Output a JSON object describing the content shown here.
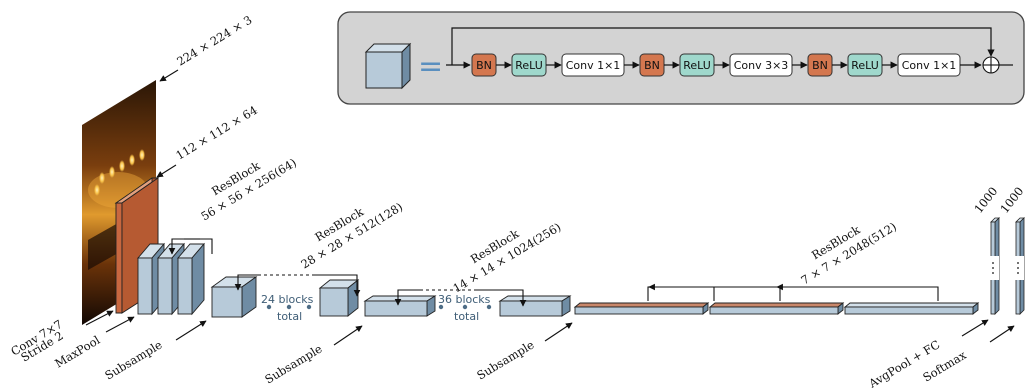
{
  "legend": {
    "equals": "=",
    "sequence": [
      "BN",
      "ReLU",
      "Conv 1×1",
      "BN",
      "ReLU",
      "Conv 3×3",
      "BN",
      "ReLU",
      "Conv 1×1"
    ],
    "sum_symbol": "⊕"
  },
  "input": {
    "dims": "224 × 224 × 3"
  },
  "stem": {
    "conv_dims": "112 × 112 × 64",
    "conv_label_line1": "Conv 7×7",
    "conv_label_line2": "Stride 2",
    "maxpool_label": "MaxPool"
  },
  "stages": [
    {
      "title": "ResBlock",
      "dims": "56 × 56 × 256(64)",
      "subsample_label": "Subsample"
    },
    {
      "title": "ResBlock",
      "dims": "28 × 28 × 512(128)",
      "subsample_label": "Subsample",
      "blocks_label": "24 blocks",
      "total_label": "total"
    },
    {
      "title": "ResBlock",
      "dims": "14 × 14 × 1024(256)",
      "subsample_label": "Subsample",
      "blocks_label": "36 blocks",
      "total_label": "total"
    },
    {
      "title": "ResBlock",
      "dims": "7 × 7 × 2048(512)"
    }
  ],
  "head": {
    "fc_dims": "1000",
    "softmax_dims": "1000",
    "fc_label": "AvgPool + FC",
    "softmax_label": "Softmax"
  },
  "colors": {
    "bn": "#d4774f",
    "relu": "#9fd8cc",
    "block_face": "#b7cad9",
    "block_top": "#d3e0ea",
    "block_side": "#6f8ca4",
    "conv_orange": "#c8673f",
    "panel_bg": "#d3d3d3",
    "dots": "#4e6d86"
  }
}
